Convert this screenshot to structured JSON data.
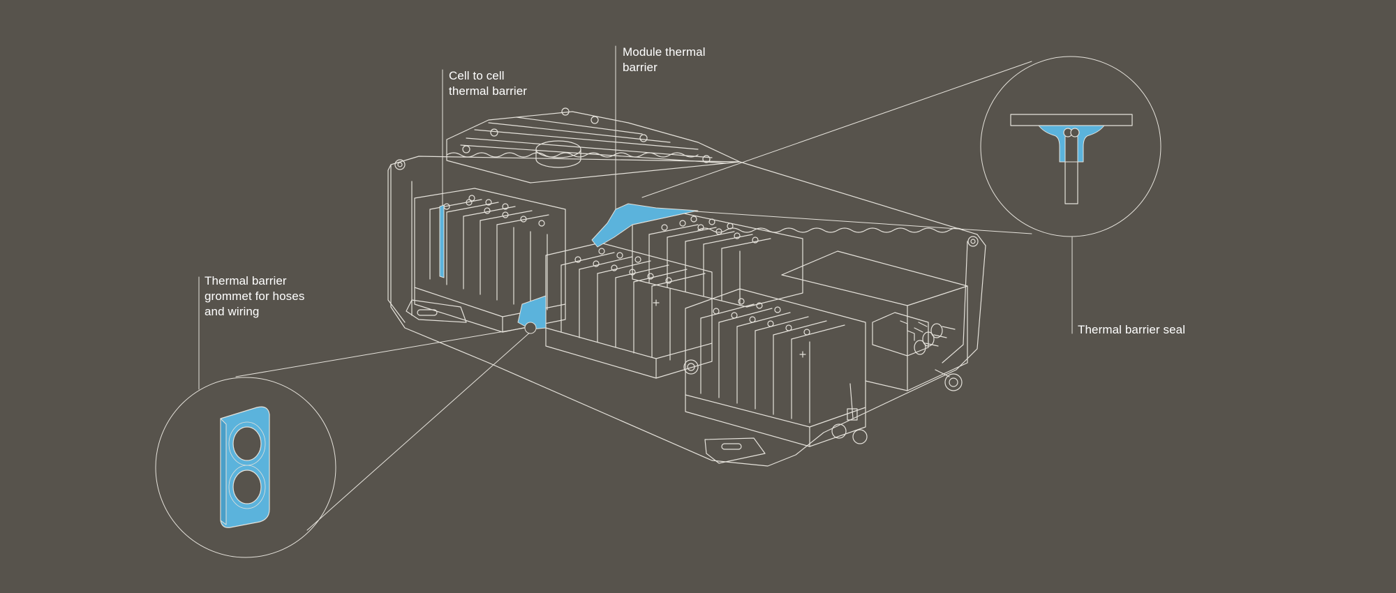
{
  "labels": {
    "module_barrier": "Module thermal\nbarrier",
    "cell_barrier": "Cell to cell\nthermal barrier",
    "grommet": "Thermal barrier\ngrommet for hoses\nand wiring",
    "seal": "Thermal barrier seal"
  },
  "colors": {
    "background": "#57534c",
    "line": "#e6e3dc",
    "accent": "#5bb3dc"
  }
}
